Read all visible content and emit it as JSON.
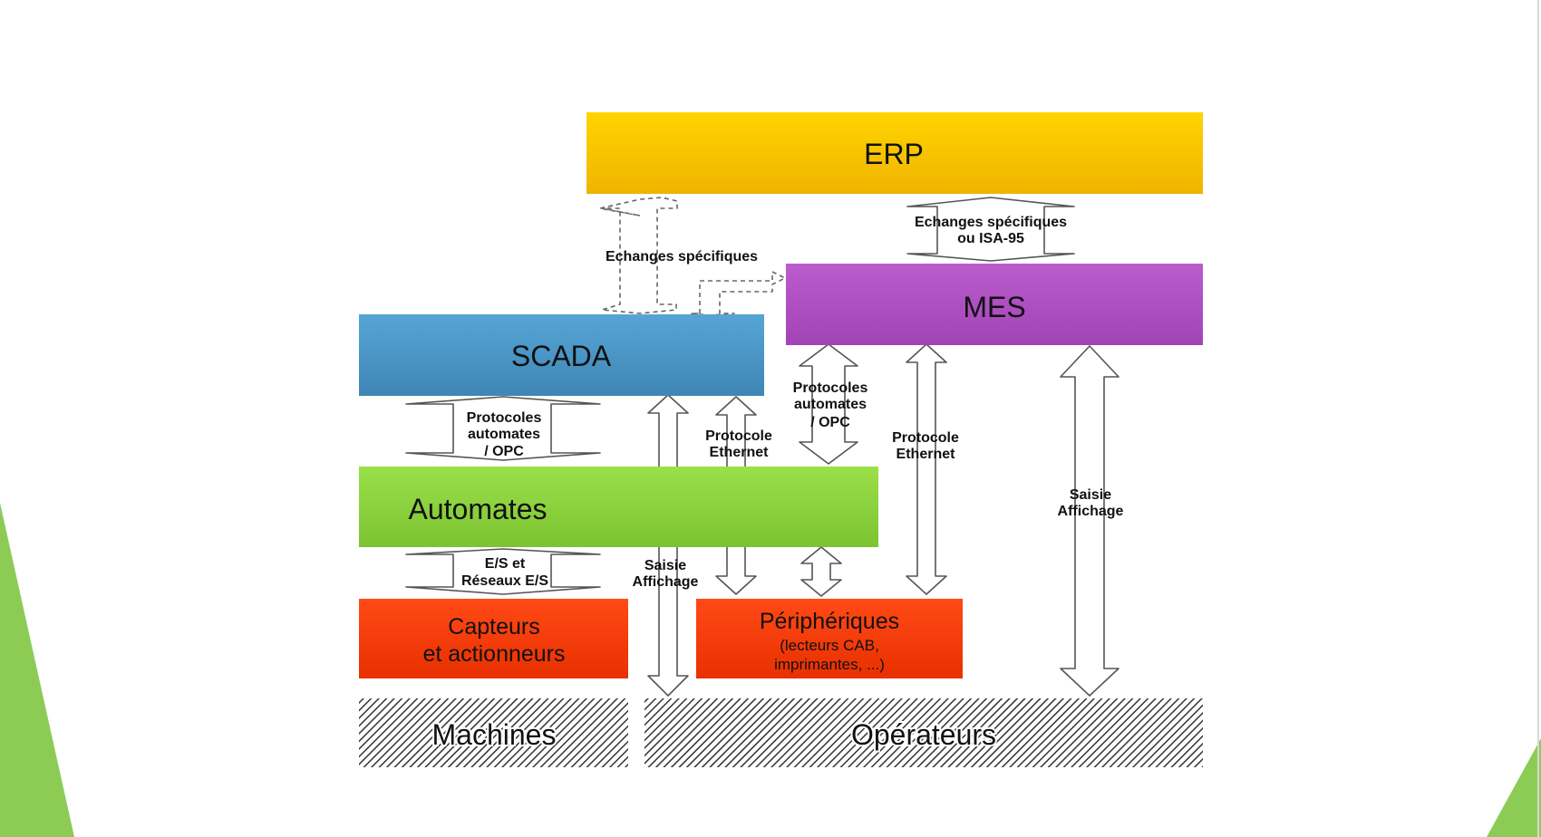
{
  "colors": {
    "erp": "#f7c600",
    "mes": "#b150c4",
    "scada": "#4a98c9",
    "automates": "#8fd63f",
    "capteurs": "#f43a0a",
    "peripheriques": "#f43a0a",
    "corner_green": "#8ccc55",
    "hatch": "#333333"
  },
  "boxes": {
    "erp": {
      "label": "ERP"
    },
    "mes": {
      "label": "MES"
    },
    "scada": {
      "label": "SCADA"
    },
    "automates": {
      "label": "Automates"
    },
    "capteurs": {
      "line1": "Capteurs",
      "line2": "et actionneurs"
    },
    "peripheriques": {
      "line1": "Périphériques",
      "line2": "(lecteurs CAB,",
      "line3": "imprimantes, ...)"
    },
    "machines": {
      "label": "Machines"
    },
    "operateurs": {
      "label": "Opérateurs"
    }
  },
  "links": {
    "erp_scada": {
      "label": "Echanges spécifiques"
    },
    "erp_mes": {
      "line1": "Echanges spécifiques",
      "line2": "ou ISA-95"
    },
    "scada_automates": {
      "line1": "Protocoles",
      "line2": "automates",
      "line3": "/ OPC"
    },
    "mes_automates": {
      "line1": "Protocoles",
      "line2": "automates",
      "line3": "/ OPC"
    },
    "scada_peripheriques": {
      "line1": "Protocole",
      "line2": "Ethernet"
    },
    "mes_peripheriques": {
      "line1": "Protocole",
      "line2": "Ethernet"
    },
    "automates_capteurs": {
      "line1": "E/S et",
      "line2": "Réseaux E/S"
    },
    "scada_operateurs": {
      "line1": "Saisie",
      "line2": "Affichage"
    },
    "mes_operateurs": {
      "line1": "Saisie",
      "line2": "Affichage"
    }
  }
}
